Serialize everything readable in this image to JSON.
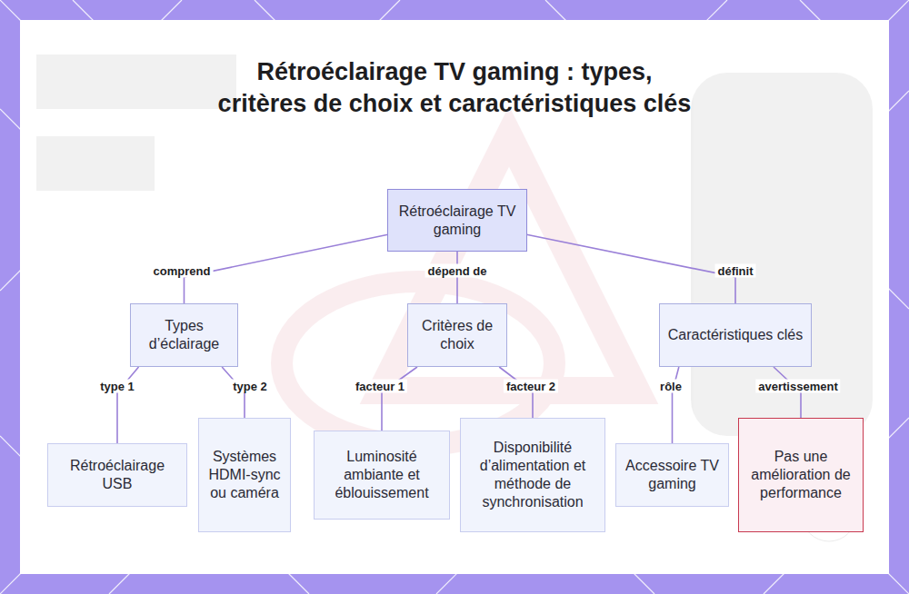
{
  "diagram": {
    "title": "Rétroéclairage TV gaming : types, critères de choix et caractéristiques clés",
    "nodes": [
      {
        "text": [
          "Rétroéclairage TV gaming"
        ]
      },
      {
        "text": [
          "Types d’éclairage"
        ]
      },
      {
        "text": [
          "Critères de choix"
        ]
      },
      {
        "text": [
          "Caractéristiques clés"
        ]
      },
      {
        "text": [
          "Rétroéclairage USB"
        ]
      },
      {
        "text": [
          "Systèmes HDMI-sync ou caméra"
        ]
      },
      {
        "text": [
          "Luminosité ambiante et éblouissement"
        ]
      },
      {
        "text": [
          "Disponibilité d’alimentation et méthode de synchronisation"
        ]
      },
      {
        "text": [
          "Accessoire TV gaming"
        ]
      },
      {
        "text": [
          "Pas une amélioration de performance"
        ]
      }
    ],
    "edges": [
      {
        "from": 0,
        "to": 1,
        "label": "comprend",
        "arrow": "none"
      },
      {
        "from": 0,
        "to": 2,
        "label": "dépend de",
        "arrow": "none"
      },
      {
        "from": 0,
        "to": 3,
        "label": "définit",
        "arrow": "none"
      },
      {
        "from": 1,
        "to": 4,
        "label": "type 1",
        "arrow": "none"
      },
      {
        "from": 1,
        "to": 5,
        "label": "type 2",
        "arrow": "none"
      },
      {
        "from": 2,
        "to": 6,
        "label": "facteur 1",
        "arrow": "none"
      },
      {
        "from": 2,
        "to": 7,
        "label": "facteur 2",
        "arrow": "none"
      },
      {
        "from": 3,
        "to": 8,
        "label": "rôle",
        "arrow": "none"
      },
      {
        "from": 3,
        "to": 9,
        "label": "avertissement",
        "arrow": "none"
      }
    ]
  }
}
